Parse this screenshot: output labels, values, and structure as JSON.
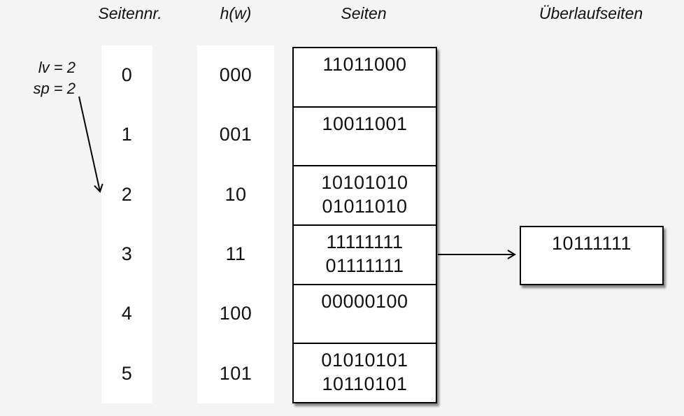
{
  "diagram": {
    "type": "linear-hashing-pages",
    "colors": {
      "background": "#f4f4f4",
      "ink": "#000000",
      "cell_fill": "#ffffff"
    }
  },
  "headers": {
    "seitennr": "Seitennr.",
    "hw": "h(w)",
    "seiten": "Seiten",
    "ueberlaufseiten": "Überlaufseiten"
  },
  "annotation": {
    "line1": "lv = 2",
    "line2": "sp = 2"
  },
  "page_numbers": [
    "0",
    "1",
    "2",
    "3",
    "4",
    "5"
  ],
  "hash_values": [
    "000",
    "001",
    "10",
    "11",
    "100",
    "101"
  ],
  "pages": {
    "rows": [
      {
        "lines": [
          "11011000"
        ]
      },
      {
        "lines": [
          "10011001"
        ]
      },
      {
        "lines": [
          "10101010",
          "01011010"
        ]
      },
      {
        "lines": [
          "11111111",
          "01111111"
        ]
      },
      {
        "lines": [
          "00000100"
        ]
      },
      {
        "lines": [
          "01010101",
          "10110101"
        ]
      }
    ]
  },
  "overflow": {
    "value": "10111111",
    "source_row": "3"
  }
}
